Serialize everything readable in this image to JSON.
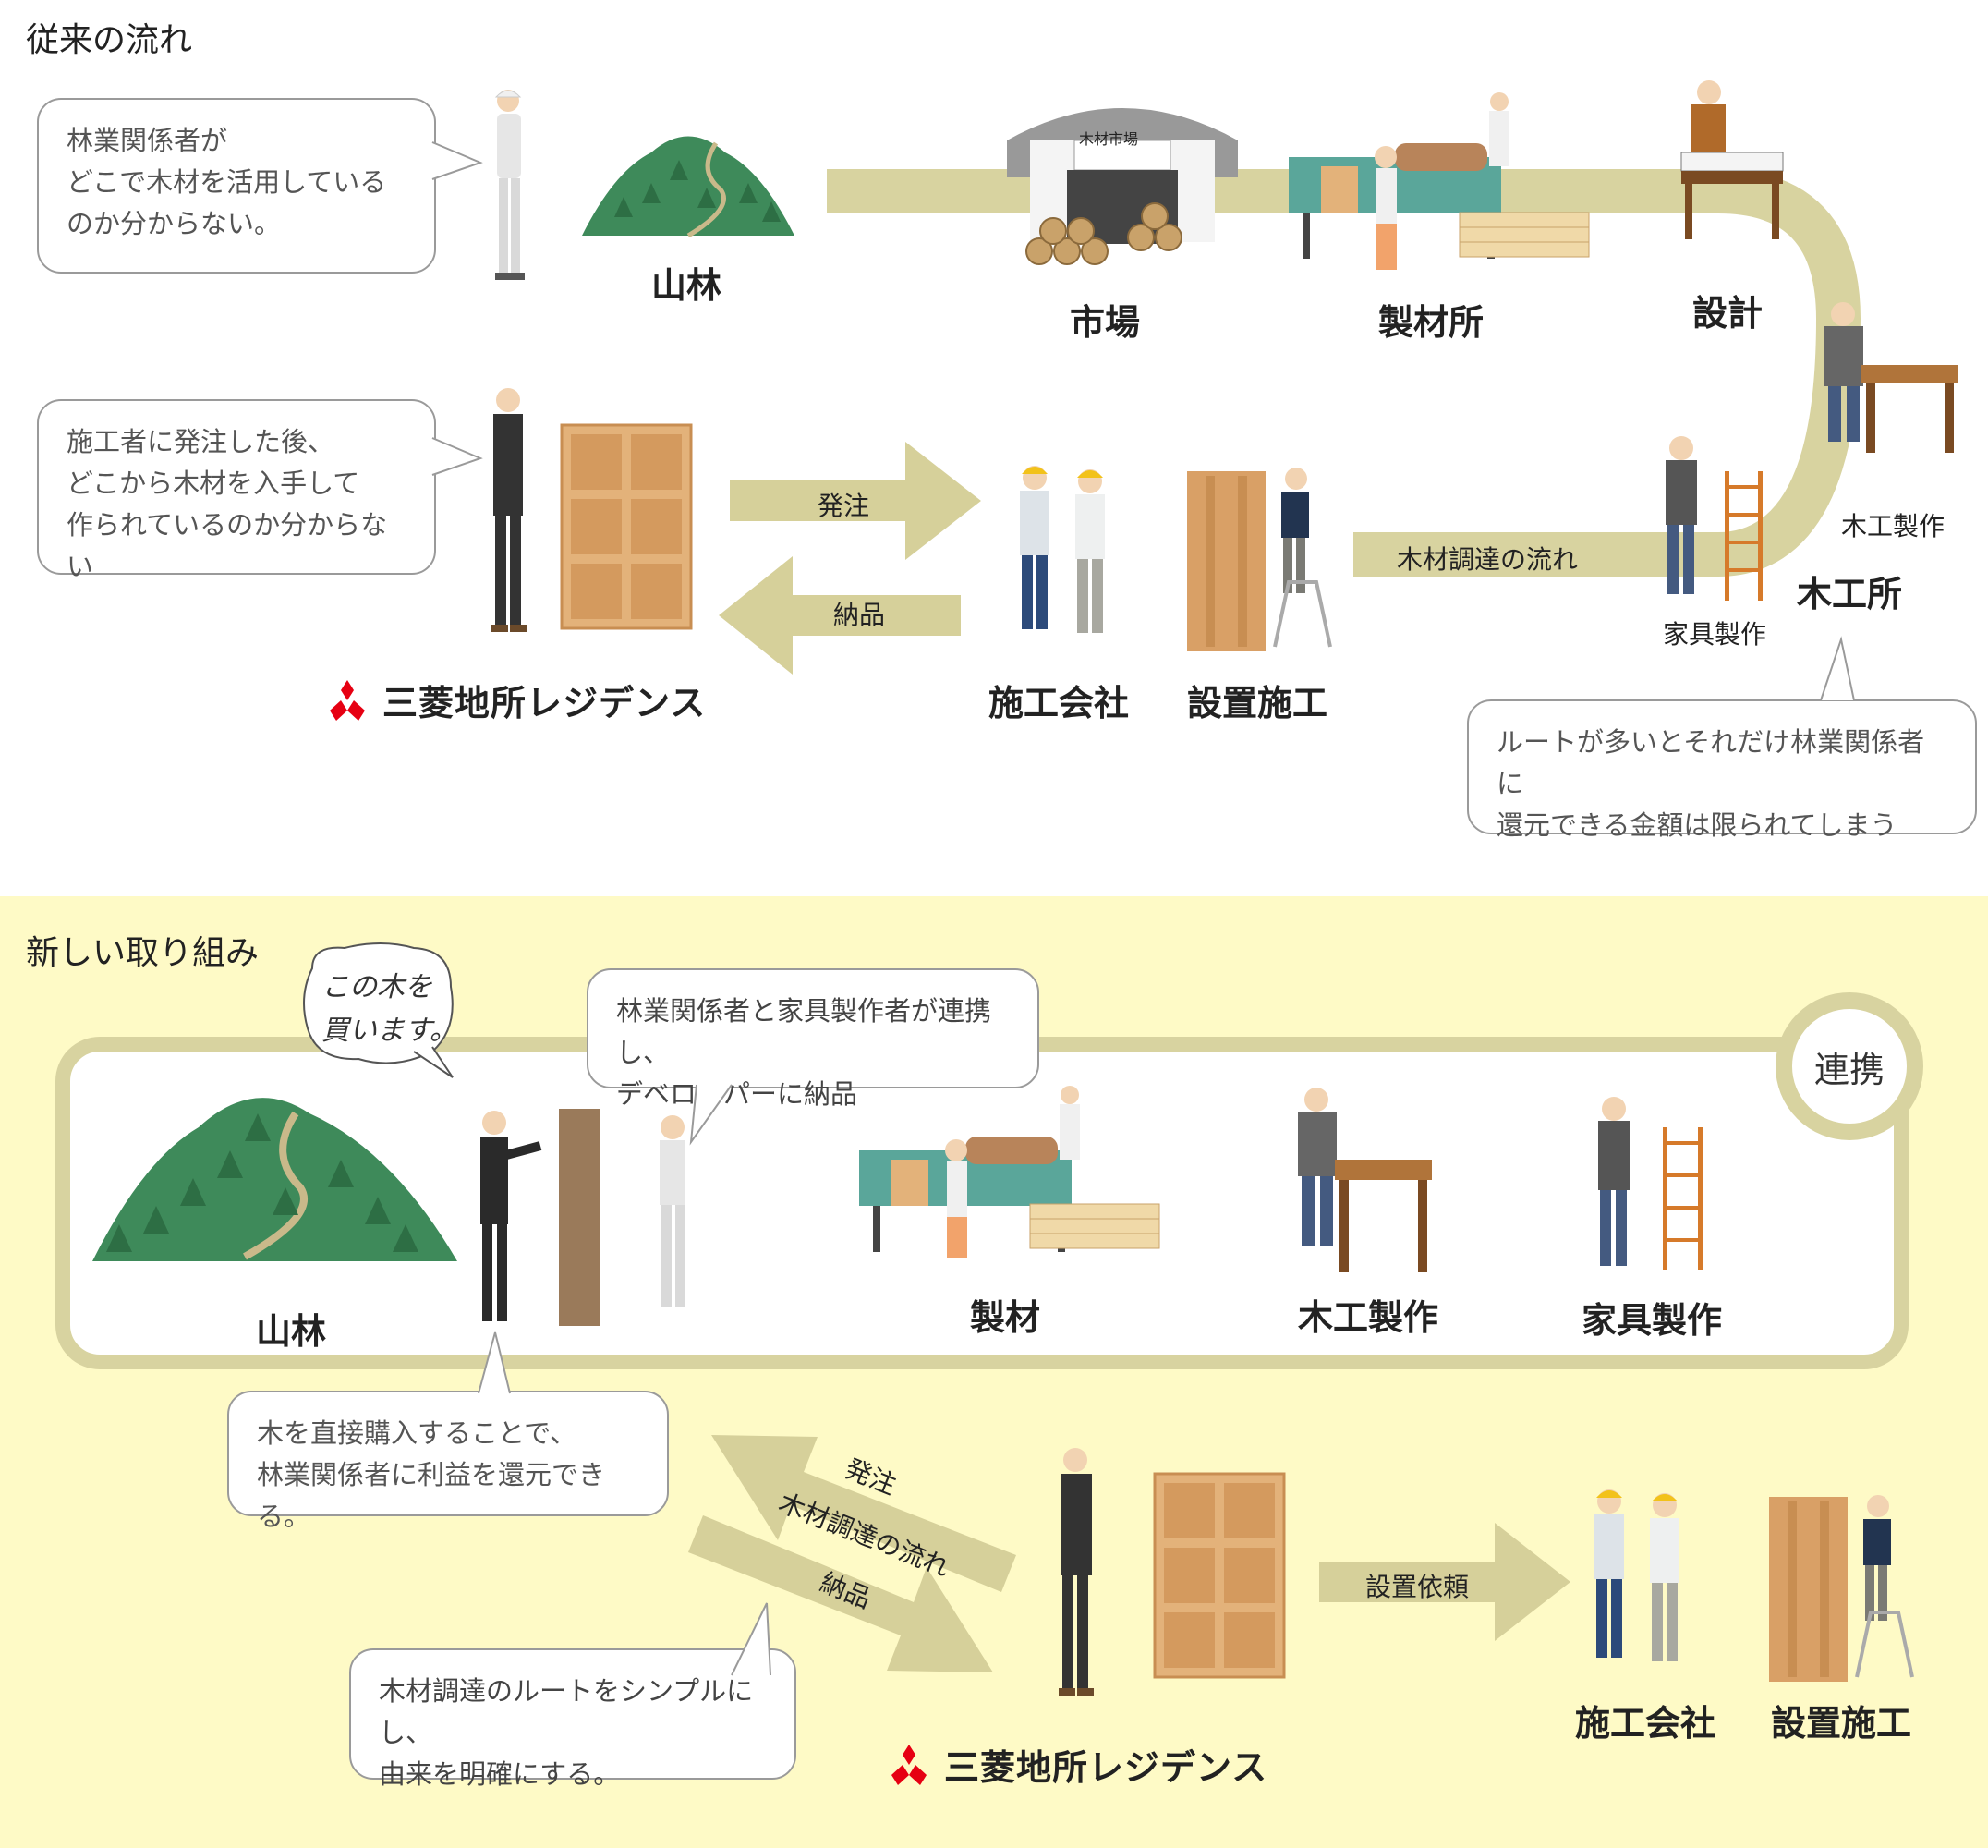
{
  "colors": {
    "flow": "#d8d3a0",
    "arrow": "#d6d09a",
    "forest": "#3e8a5a",
    "new_bg": "#fefac6",
    "logo_red": "#e60012",
    "wood": "#e3b27a"
  },
  "traditional": {
    "title": "従来の流れ",
    "bubble_forestry": "林業関係者が\nどこで木材を活用している\nのか分からない。",
    "bubble_developer": "施工者に発注した後、\nどこから木材を入手して\n作られているのか分からない",
    "bubble_route": "ルートが多いとそれだけ林業関係者に\n還元できる金額は限られてしまう",
    "labels": {
      "forest": "山林",
      "market": "市場",
      "sawmill": "製材所",
      "design": "設計",
      "woodwork": "木工製作",
      "furniture": "家具製作",
      "woodshop": "木工所",
      "contractor": "施工会社",
      "install": "設置施工"
    },
    "market_sign": "木材市場",
    "arrows": {
      "order": "発注",
      "delivery": "納品",
      "procurement": "木材調達の流れ"
    },
    "logo": "三菱地所レジデンス"
  },
  "new": {
    "title": "新しい取り組み",
    "renkei": "連携",
    "speech_buy": "この木を\n買います。",
    "bubble_collab": "林業関係者と家具製作者が連携し、\nデベロッパーに納品",
    "bubble_direct": "木を直接購入することで、\n林業関係者に利益を還元できる。",
    "bubble_simple": "木材調達のルートをシンプルにし、\n由来を明確にする。",
    "labels": {
      "forest": "山林",
      "sawmill": "製材",
      "woodwork": "木工製作",
      "furniture": "家具製作",
      "contractor": "施工会社",
      "install": "設置施工"
    },
    "arrows": {
      "order": "発注",
      "procurement": "木材調達の流れ",
      "delivery": "納品",
      "install_request": "設置依頼"
    },
    "logo": "三菱地所レジデンス"
  }
}
